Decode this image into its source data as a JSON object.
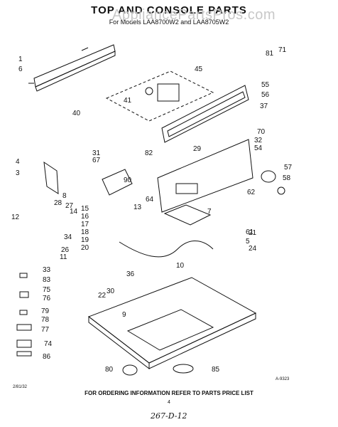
{
  "page": {
    "title": "TOP AND CONSOLE PARTS",
    "subtitle": "For Models LAA8700W2 and LAA8705W2",
    "watermark": "AppliancePartsPros.com",
    "footer_note": "FOR ORDERING INFORMATION REFER TO PARTS PRICE LIST",
    "diagram_code": "A-9323",
    "page_number": "4",
    "corner_code": "2/81/32",
    "handwritten_note": "267-D-12"
  },
  "callouts": [
    "1",
    "3",
    "4",
    "5",
    "6",
    "7",
    "8",
    "9",
    "10",
    "11",
    "12",
    "13",
    "14",
    "15",
    "16",
    "17",
    "18",
    "19",
    "20",
    "21",
    "22",
    "24",
    "26",
    "27",
    "28",
    "29",
    "30",
    "31",
    "32",
    "33",
    "34",
    "36",
    "37",
    "40",
    "41",
    "45",
    "54",
    "55",
    "56",
    "57",
    "58",
    "61",
    "62",
    "64",
    "67",
    "70",
    "71",
    "74",
    "75",
    "76",
    "77",
    "78",
    "79",
    "80",
    "81",
    "82",
    "83",
    "85",
    "86",
    "90"
  ]
}
